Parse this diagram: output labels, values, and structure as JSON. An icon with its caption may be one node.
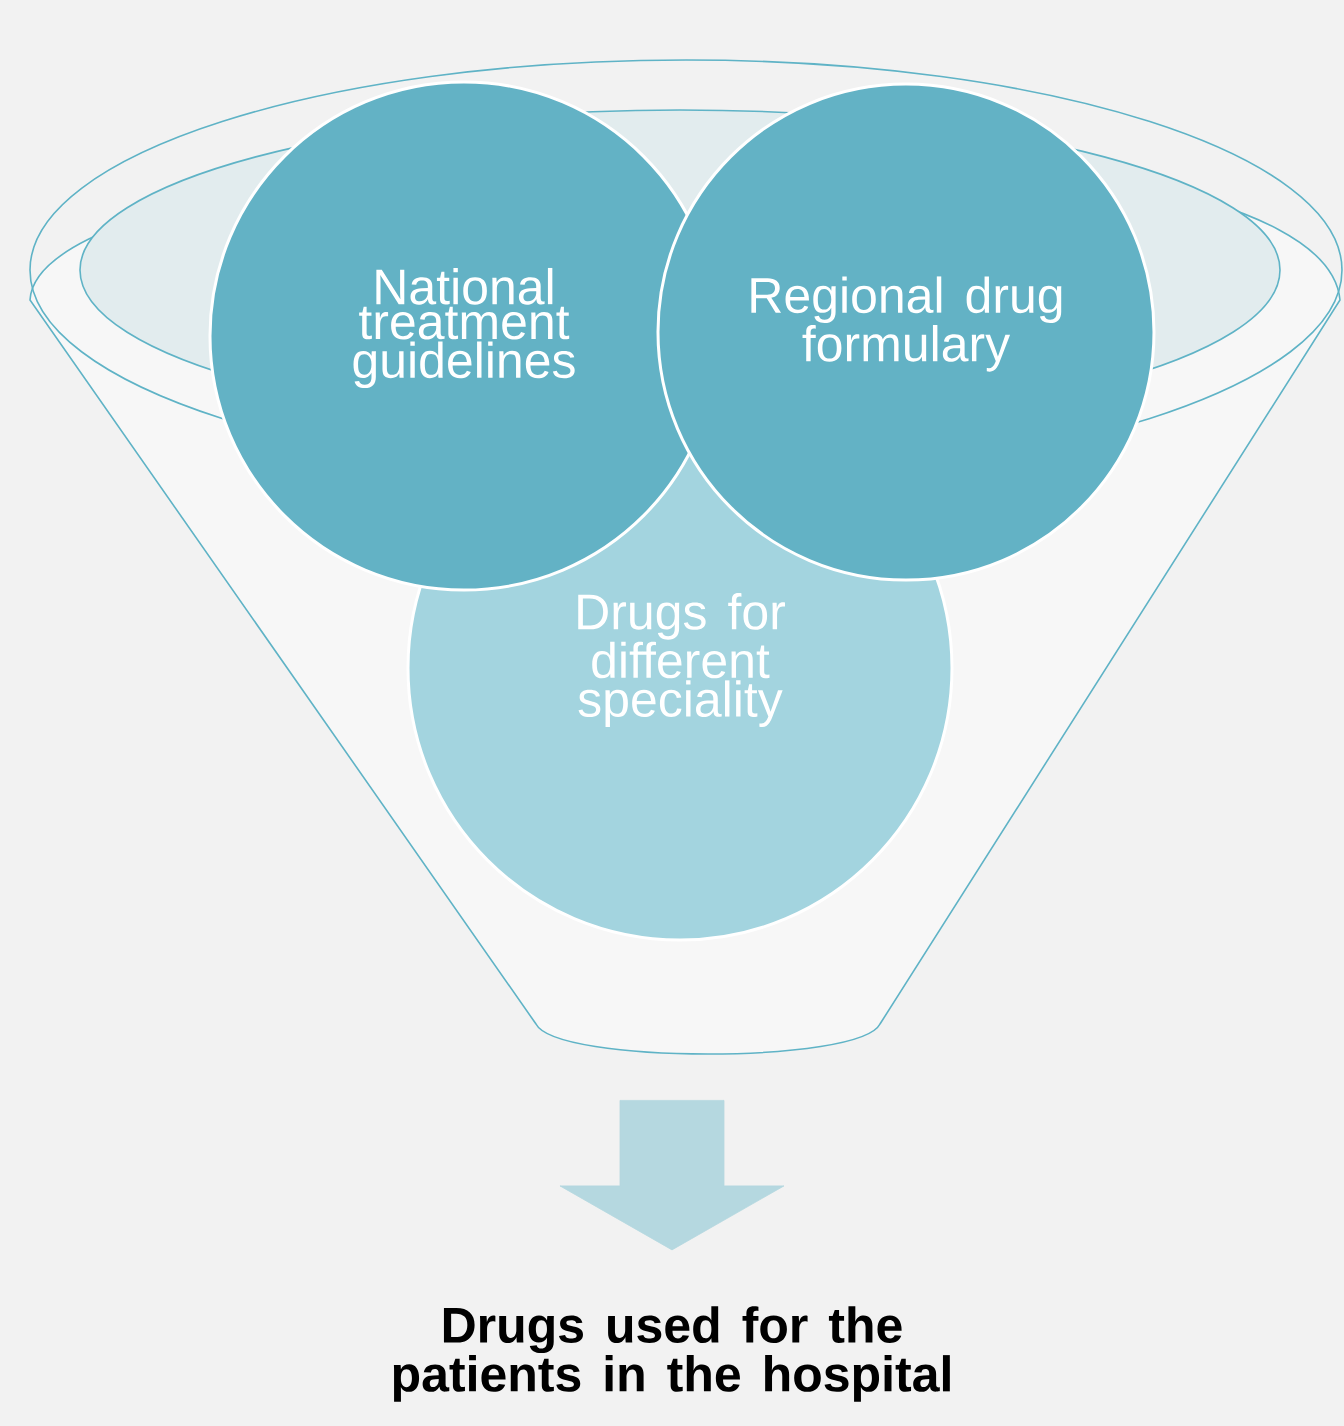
{
  "diagram": {
    "nodes": [
      {
        "text": [],
        "shape": "funnel"
      },
      {
        "text": [
          "Drugs for different speciality"
        ],
        "in": 0
      },
      {
        "text": [
          "National treatment guidelines"
        ],
        "in": 0
      },
      {
        "text": [
          "Regional drug formulary"
        ],
        "in": 0
      },
      {
        "text": [
          "Drugs used for the patients in the hospital"
        ]
      }
    ],
    "edges": [
      {
        "from": 0,
        "to": 4,
        "arrow": "to"
      }
    ]
  }
}
